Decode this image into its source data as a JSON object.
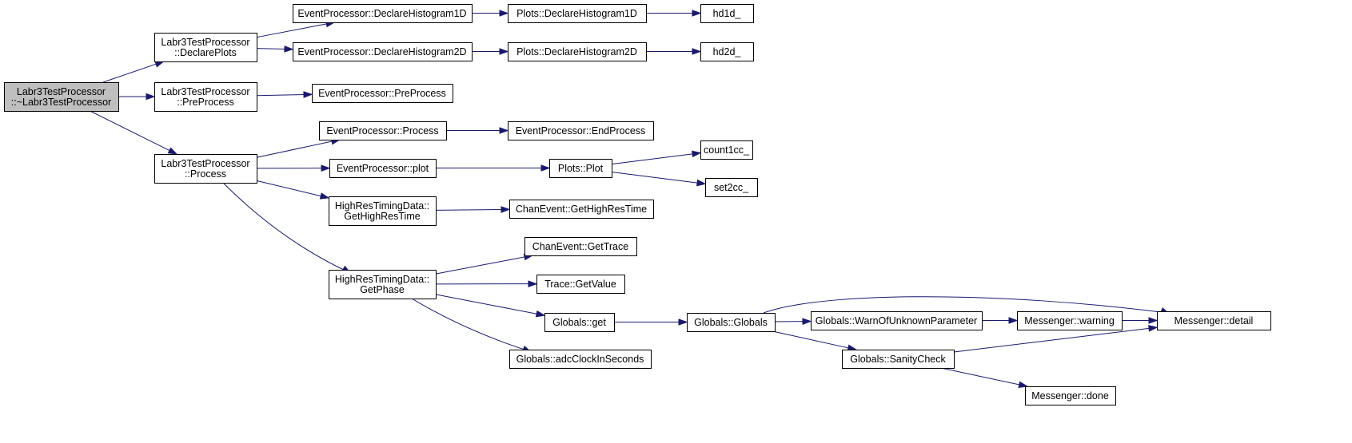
{
  "diagram": {
    "type": "call-graph",
    "colors": {
      "edge": "#191970",
      "node_fill": "#ffffff",
      "root_fill": "#bfbfbf",
      "border": "#000000"
    },
    "nodes": [
      {
        "id": "root",
        "lines": [
          "Labr3TestProcessor",
          "::~Labr3TestProcessor"
        ],
        "root": true
      },
      {
        "id": "declarePlots",
        "lines": [
          "Labr3TestProcessor",
          "::DeclarePlots"
        ]
      },
      {
        "id": "preProcess",
        "lines": [
          "Labr3TestProcessor",
          "::PreProcess"
        ]
      },
      {
        "id": "process",
        "lines": [
          "Labr3TestProcessor",
          "::Process"
        ]
      },
      {
        "id": "epDeclH1",
        "lines": [
          "EventProcessor::DeclareHistogram1D"
        ]
      },
      {
        "id": "epDeclH2",
        "lines": [
          "EventProcessor::DeclareHistogram2D"
        ]
      },
      {
        "id": "epPreProcess",
        "lines": [
          "EventProcessor::PreProcess"
        ]
      },
      {
        "id": "epProcess",
        "lines": [
          "EventProcessor::Process"
        ]
      },
      {
        "id": "epPlot",
        "lines": [
          "EventProcessor::plot"
        ]
      },
      {
        "id": "hrtGetHighResTime",
        "lines": [
          "HighResTimingData::",
          "GetHighResTime"
        ]
      },
      {
        "id": "hrtGetPhase",
        "lines": [
          "HighResTimingData::",
          "GetPhase"
        ]
      },
      {
        "id": "plotsDeclH1",
        "lines": [
          "Plots::DeclareHistogram1D"
        ]
      },
      {
        "id": "plotsDeclH2",
        "lines": [
          "Plots::DeclareHistogram2D"
        ]
      },
      {
        "id": "epEndProcess",
        "lines": [
          "EventProcessor::EndProcess"
        ]
      },
      {
        "id": "plotsPlot",
        "lines": [
          "Plots::Plot"
        ]
      },
      {
        "id": "ceGetHighResTime",
        "lines": [
          "ChanEvent::GetHighResTime"
        ]
      },
      {
        "id": "ceGetTrace",
        "lines": [
          "ChanEvent::GetTrace"
        ]
      },
      {
        "id": "traceGetValue",
        "lines": [
          "Trace::GetValue"
        ]
      },
      {
        "id": "globalsGet",
        "lines": [
          "Globals::get"
        ]
      },
      {
        "id": "adcClock",
        "lines": [
          "Globals::adcClockInSeconds"
        ]
      },
      {
        "id": "hd1d",
        "lines": [
          "hd1d_"
        ]
      },
      {
        "id": "hd2d",
        "lines": [
          "hd2d_"
        ]
      },
      {
        "id": "count1cc",
        "lines": [
          "count1cc_"
        ]
      },
      {
        "id": "set2cc",
        "lines": [
          "set2cc_"
        ]
      },
      {
        "id": "globalsGlobals",
        "lines": [
          "Globals::Globals"
        ]
      },
      {
        "id": "warnUnknown",
        "lines": [
          "Globals::WarnOfUnknownParameter"
        ]
      },
      {
        "id": "sanityCheck",
        "lines": [
          "Globals::SanityCheck"
        ]
      },
      {
        "id": "msgWarning",
        "lines": [
          "Messenger::warning"
        ]
      },
      {
        "id": "msgDone",
        "lines": [
          "Messenger::done"
        ]
      },
      {
        "id": "msgDetail",
        "lines": [
          "Messenger::detail"
        ]
      }
    ],
    "edges": [
      {
        "from": "root",
        "to": "declarePlots"
      },
      {
        "from": "root",
        "to": "preProcess"
      },
      {
        "from": "root",
        "to": "process"
      },
      {
        "from": "declarePlots",
        "to": "epDeclH1"
      },
      {
        "from": "declarePlots",
        "to": "epDeclH2"
      },
      {
        "from": "epDeclH1",
        "to": "plotsDeclH1"
      },
      {
        "from": "epDeclH2",
        "to": "plotsDeclH2"
      },
      {
        "from": "plotsDeclH1",
        "to": "hd1d"
      },
      {
        "from": "plotsDeclH2",
        "to": "hd2d"
      },
      {
        "from": "preProcess",
        "to": "epPreProcess"
      },
      {
        "from": "process",
        "to": "epProcess"
      },
      {
        "from": "process",
        "to": "epPlot"
      },
      {
        "from": "process",
        "to": "hrtGetHighResTime"
      },
      {
        "from": "process",
        "to": "hrtGetPhase"
      },
      {
        "from": "epProcess",
        "to": "epEndProcess"
      },
      {
        "from": "epPlot",
        "to": "plotsPlot"
      },
      {
        "from": "plotsPlot",
        "to": "count1cc"
      },
      {
        "from": "plotsPlot",
        "to": "set2cc"
      },
      {
        "from": "hrtGetHighResTime",
        "to": "ceGetHighResTime"
      },
      {
        "from": "hrtGetPhase",
        "to": "ceGetTrace"
      },
      {
        "from": "hrtGetPhase",
        "to": "traceGetValue"
      },
      {
        "from": "hrtGetPhase",
        "to": "globalsGet"
      },
      {
        "from": "hrtGetPhase",
        "to": "adcClock"
      },
      {
        "from": "globalsGet",
        "to": "globalsGlobals"
      },
      {
        "from": "globalsGlobals",
        "to": "warnUnknown"
      },
      {
        "from": "globalsGlobals",
        "to": "sanityCheck"
      },
      {
        "from": "globalsGlobals",
        "to": "msgDetail"
      },
      {
        "from": "warnUnknown",
        "to": "msgWarning"
      },
      {
        "from": "msgWarning",
        "to": "msgDetail"
      },
      {
        "from": "sanityCheck",
        "to": "msgDetail"
      },
      {
        "from": "sanityCheck",
        "to": "msgDone"
      }
    ]
  }
}
